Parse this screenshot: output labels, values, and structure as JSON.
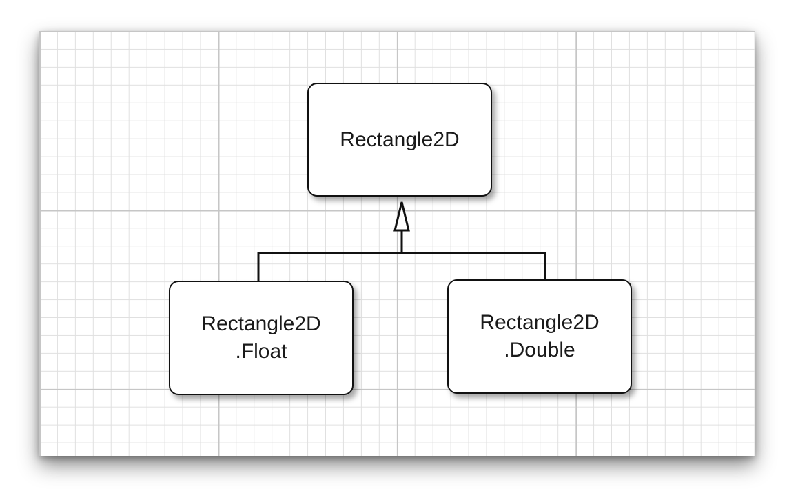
{
  "diagram": {
    "type": "class-hierarchy",
    "parent": {
      "label": "Rectangle2D"
    },
    "children": [
      {
        "line1": "Rectangle2D",
        "line2": ".Float"
      },
      {
        "line1": "Rectangle2D",
        "line2": ".Double"
      }
    ],
    "relationship": "inheritance",
    "arrowhead": "hollow-triangle",
    "background": "graph-paper-grid"
  }
}
